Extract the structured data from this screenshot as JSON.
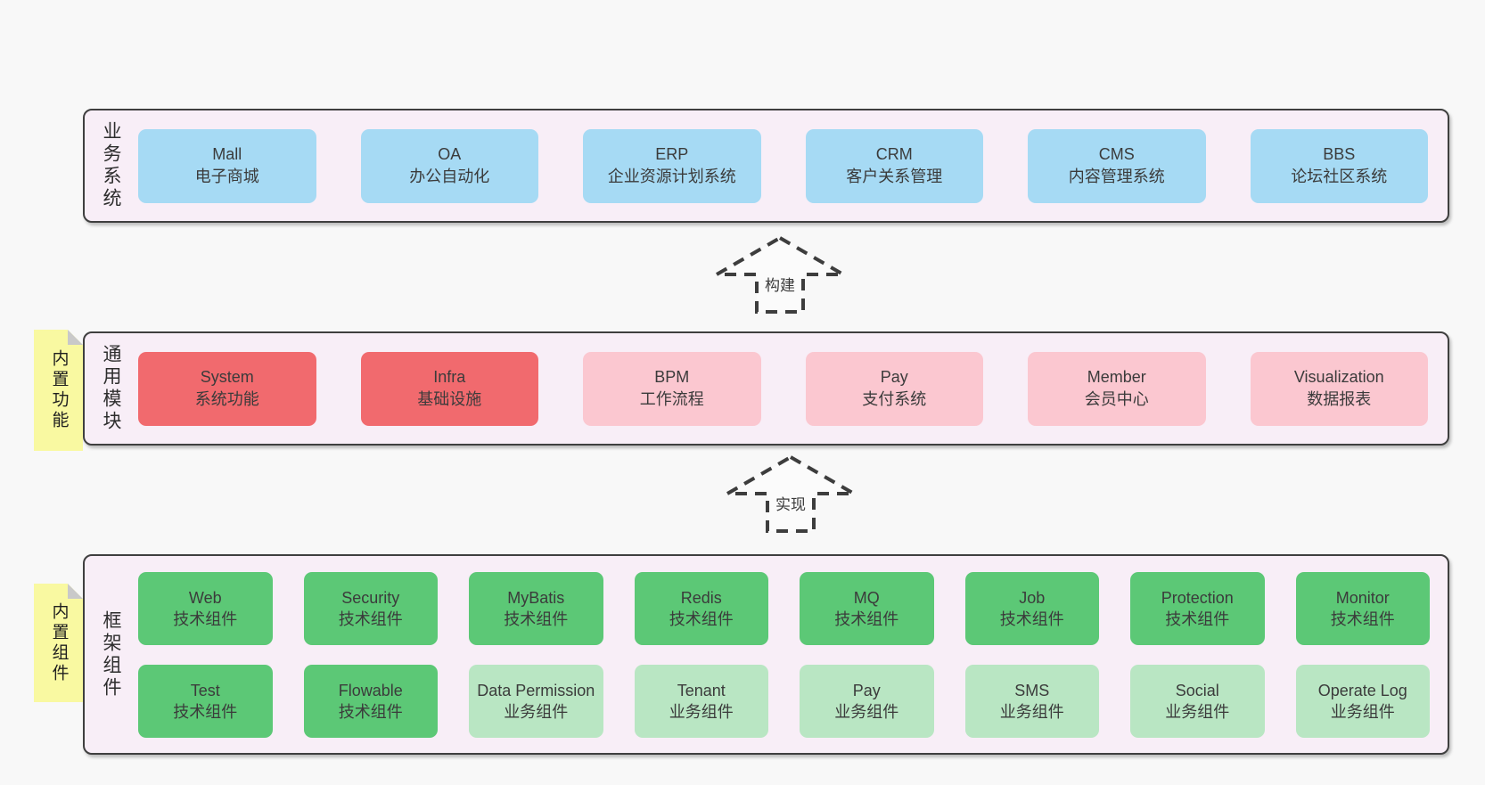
{
  "colors": {
    "page_background": "#f8f8f8",
    "panel_fill": "#f8eef7",
    "panel_border": "#3f3f3f",
    "box_blue": "#a6daf4",
    "box_red": "#f16a6e",
    "box_pink": "#fbc7d0",
    "box_green": "#5cc876",
    "box_lightgreen": "#b9e6c3",
    "sticky_yellow": "#f9f9a1",
    "arrow_dash": "#3d3d3d"
  },
  "arrows": {
    "build": {
      "label": "构建"
    },
    "implement": {
      "label": "实现"
    }
  },
  "layers": {
    "business": {
      "label": "业务系统",
      "boxes": [
        {
          "en": "Mall",
          "zh": "电子商城"
        },
        {
          "en": "OA",
          "zh": "办公自动化"
        },
        {
          "en": "ERP",
          "zh": "企业资源计划系统"
        },
        {
          "en": "CRM",
          "zh": "客户关系管理"
        },
        {
          "en": "CMS",
          "zh": "内容管理系统"
        },
        {
          "en": "BBS",
          "zh": "论坛社区系统"
        }
      ]
    },
    "modules": {
      "label": "通用模块",
      "sticky": "内置功能",
      "boxes": [
        {
          "en": "System",
          "zh": "系统功能"
        },
        {
          "en": "Infra",
          "zh": "基础设施"
        },
        {
          "en": "BPM",
          "zh": "工作流程"
        },
        {
          "en": "Pay",
          "zh": "支付系统"
        },
        {
          "en": "Member",
          "zh": "会员中心"
        },
        {
          "en": "Visualization",
          "zh": "数据报表"
        }
      ]
    },
    "components": {
      "label": "框架组件",
      "sticky": "内置组件",
      "row1": [
        {
          "en": "Web",
          "zh": "技术组件"
        },
        {
          "en": "Security",
          "zh": "技术组件"
        },
        {
          "en": "MyBatis",
          "zh": "技术组件"
        },
        {
          "en": "Redis",
          "zh": "技术组件"
        },
        {
          "en": "MQ",
          "zh": "技术组件"
        },
        {
          "en": "Job",
          "zh": "技术组件"
        },
        {
          "en": "Protection",
          "zh": "技术组件"
        },
        {
          "en": "Monitor",
          "zh": "技术组件"
        }
      ],
      "row2": [
        {
          "en": "Test",
          "zh": "技术组件"
        },
        {
          "en": "Flowable",
          "zh": "技术组件"
        },
        {
          "en": "Data Permission",
          "zh": "业务组件"
        },
        {
          "en": "Tenant",
          "zh": "业务组件"
        },
        {
          "en": "Pay",
          "zh": "业务组件"
        },
        {
          "en": "SMS",
          "zh": "业务组件"
        },
        {
          "en": "Social",
          "zh": "业务组件"
        },
        {
          "en": "Operate Log",
          "zh": "业务组件"
        }
      ]
    }
  }
}
